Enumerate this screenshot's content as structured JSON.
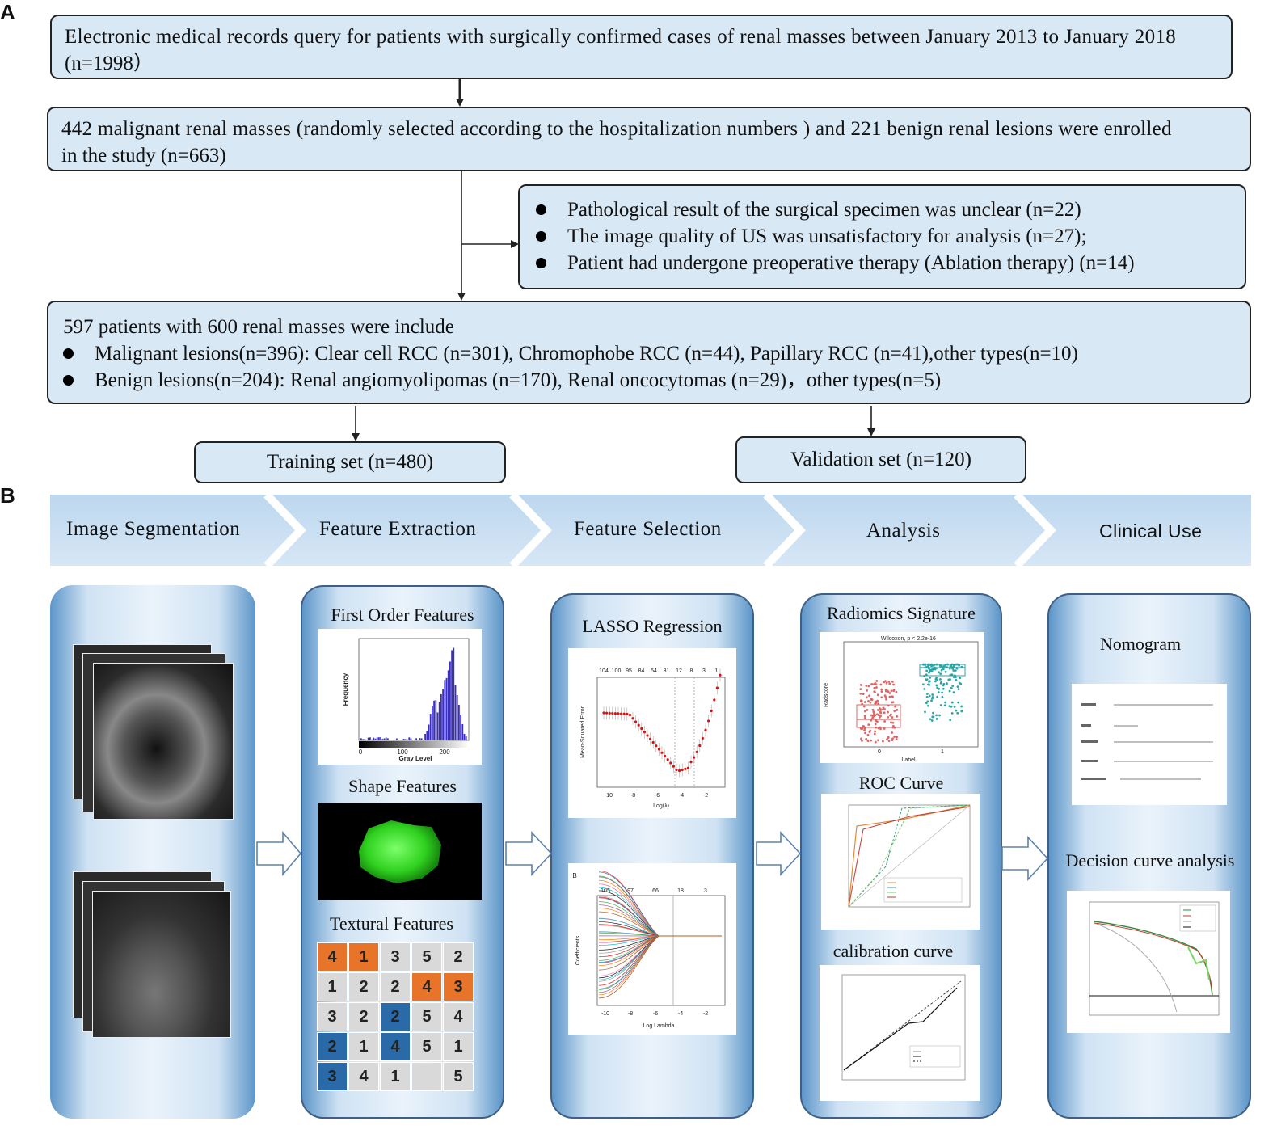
{
  "panel_a": {
    "letter": "A",
    "box1": {
      "lines": [
        "Electronic medical records query for patients with surgically confirmed cases of renal masses between January 2013 to January 2018",
        "(n=1998）"
      ]
    },
    "box2": {
      "lines": [
        "442 malignant renal masses (randomly selected according to the hospitalization numbers ) and 221 benign renal lesions were enrolled",
        "in the study (n=663)"
      ]
    },
    "exclusion": {
      "items": [
        "Pathological result of the surgical specimen was unclear (n=22)",
        "The image quality of US was unsatisfactory for analysis (n=27);",
        "Patient had undergone preoperative therapy (Ablation therapy) (n=14)"
      ]
    },
    "box3": {
      "title": "597 patients with 600 renal masses were include",
      "items": [
        "Malignant lesions(n=396): Clear cell RCC (n=301), Chromophobe RCC (n=44), Papillary RCC (n=41),other types(n=10)",
        "Benign lesions(n=204): Renal angiomyolipomas (n=170), Renal oncocytomas (n=29)，other types(n=5)"
      ]
    },
    "training": "Training set (n=480)",
    "validation": "Validation set (n=120)"
  },
  "panel_b": {
    "letter": "B",
    "steps": [
      "Image Segmentation",
      "Feature Extraction",
      "Feature Selection",
      "Analysis",
      "Clinical Use"
    ],
    "features": {
      "first_order": "First Order Features",
      "shape": "Shape Features",
      "textural": "Textural Features"
    },
    "texture_grid": [
      [
        "4",
        "1",
        "3",
        "5",
        "2"
      ],
      [
        "1",
        "2",
        "2",
        "4",
        "3"
      ],
      [
        "3",
        "2",
        "2",
        "5",
        "4"
      ],
      [
        "2",
        "1",
        "4",
        "5",
        "1"
      ],
      [
        "3",
        "4",
        "1",
        "",
        "5"
      ]
    ],
    "texture_colors": [
      [
        "o",
        "o",
        "",
        "",
        ""
      ],
      [
        "",
        "",
        "",
        "o",
        "o"
      ],
      [
        "",
        "",
        "b",
        "",
        ""
      ],
      [
        "b",
        "",
        "b",
        "",
        ""
      ],
      [
        "b",
        "",
        "",
        "",
        ""
      ]
    ],
    "colors": {
      "orange": "#e8742a",
      "blue": "#2a6aa8",
      "cell": "#d9d9d9"
    },
    "lasso_title": "LASSO  Regression",
    "lasso_top_ticks": [
      "104",
      "100",
      "95",
      "84",
      "54",
      "31",
      "12",
      "8",
      "3",
      "1"
    ],
    "lasso_mse_ylabel": "Mean-Squared Error",
    "lasso_mse_xlabel": "Log(λ)",
    "lasso_b_label": "B",
    "lasso_b_top_ticks": [
      "105",
      "97",
      "66",
      "18",
      "3"
    ],
    "lasso_coef_ylabel": "Coefficients",
    "lasso_coef_xlabel": "Log Lambda",
    "lasso_x_ticks": [
      "-10",
      "-8",
      "-6",
      "-4",
      "-2"
    ],
    "hist_ylabel": "Frequency",
    "hist_xlabel": "Gray Level",
    "hist_x_ticks": [
      "0",
      "100",
      "200"
    ],
    "analysis": {
      "radiomics": "Radiomics Signature",
      "roc": "ROC Curve",
      "calibration": "calibration  curve"
    },
    "box_plot": {
      "title": "Wilcoxon, p < 2.2e-16",
      "xlabel": "Label",
      "ylabel": "Radscore",
      "x_ticks": [
        "0",
        "1"
      ]
    },
    "clinical": {
      "nomogram": "Nomogram",
      "dca": "Decision curve analysis"
    }
  }
}
